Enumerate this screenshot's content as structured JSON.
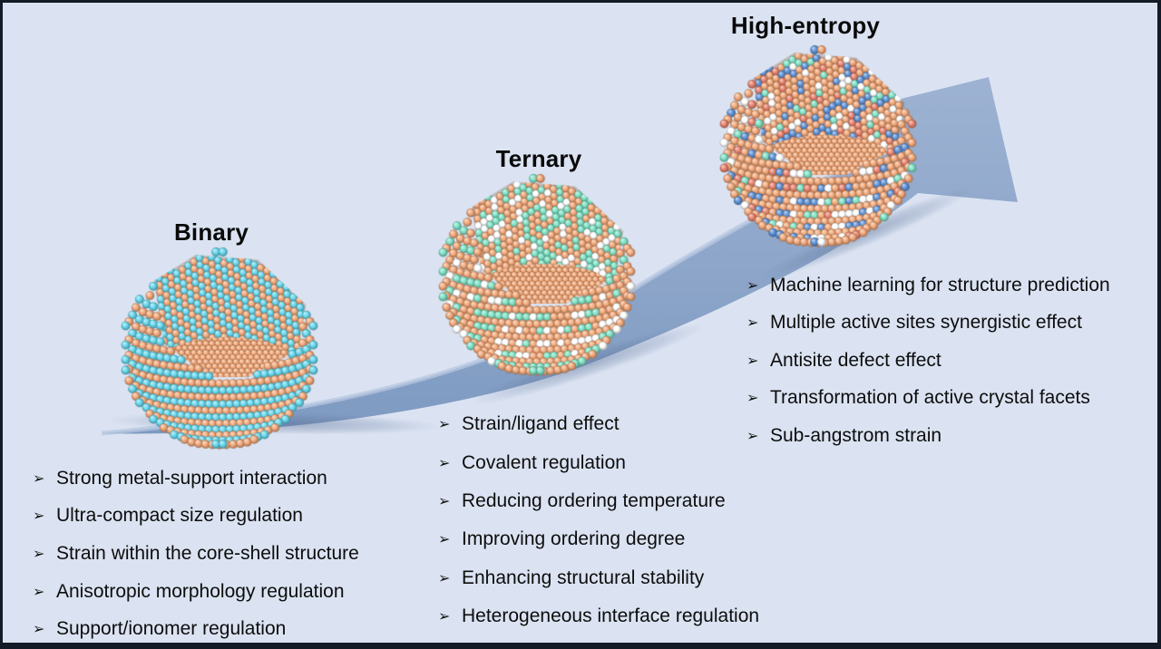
{
  "background_color": "#dbe3f2",
  "frame_border_color": "#141b26",
  "bullet_glyph": "➢",
  "arrow": {
    "color_top": "#9eb3d3",
    "color_bottom": "#7e9ac1",
    "edge_highlight": "#b7c7e0"
  },
  "stages": [
    {
      "title": "Binary",
      "atom_colors": {
        "primary": "#f2a87a",
        "secondary": [
          "#67d8ee"
        ]
      },
      "items": [
        "Strong metal-support interaction",
        "Ultra-compact size regulation",
        "Strain within the core-shell structure",
        "Anisotropic morphology regulation",
        "Support/ionomer regulation"
      ]
    },
    {
      "title": "Ternary",
      "atom_colors": {
        "primary": "#f2a87a",
        "secondary": [
          "#7fe2c6",
          "#ffffff"
        ]
      },
      "items": [
        "Strain/ligand effect",
        "Covalent regulation",
        "Reducing ordering temperature",
        "Improving ordering degree",
        "Enhancing structural stability",
        "Heterogeneous interface regulation"
      ]
    },
    {
      "title": "High-entropy",
      "atom_colors": {
        "primary": "#f2a87a",
        "secondary": [
          "#5e92d6",
          "#ffffff",
          "#e8826e",
          "#7fe2c6"
        ]
      },
      "items": [
        "Machine learning for structure prediction",
        "Multiple active sites synergistic effect",
        "Antisite defect effect",
        "Transformation of active crystal facets",
        "Sub-angstrom strain"
      ]
    }
  ]
}
